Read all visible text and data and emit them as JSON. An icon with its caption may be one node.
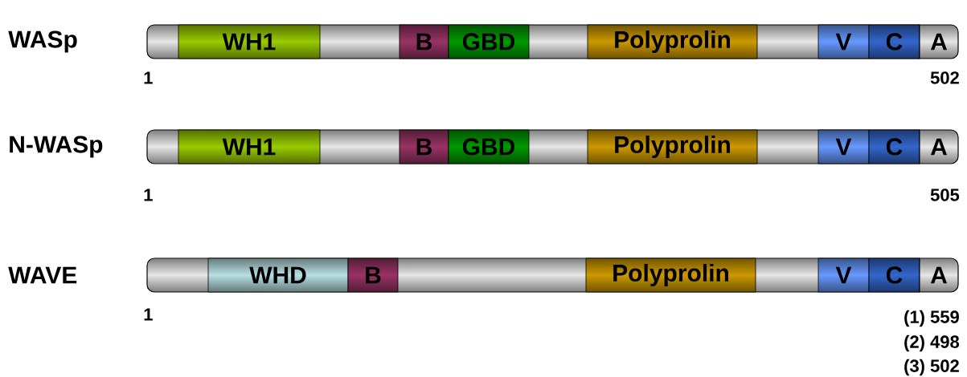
{
  "diagram": {
    "nodes": [
      {
        "text": [
          "WASp"
        ]
      },
      {
        "text": [
          "WH1"
        ],
        "in": 0
      },
      {
        "text": [
          "B"
        ],
        "in": 0
      },
      {
        "text": [
          "GBD"
        ],
        "in": 0
      },
      {
        "text": [
          "Polyprolin"
        ],
        "in": 0
      },
      {
        "text": [
          "V"
        ],
        "in": 0
      },
      {
        "text": [
          "C"
        ],
        "in": 0
      },
      {
        "text": [
          "A"
        ],
        "in": 0
      },
      {
        "text": [
          "N-WASp"
        ]
      },
      {
        "text": [
          "WH1"
        ],
        "in": 8
      },
      {
        "text": [
          "B"
        ],
        "in": 8
      },
      {
        "text": [
          "GBD"
        ],
        "in": 8
      },
      {
        "text": [
          "Polyprolin"
        ],
        "in": 8
      },
      {
        "text": [
          "V"
        ],
        "in": 8
      },
      {
        "text": [
          "C"
        ],
        "in": 8
      },
      {
        "text": [
          "A"
        ],
        "in": 8
      },
      {
        "text": [
          "WAVE"
        ]
      },
      {
        "text": [
          "WHD"
        ],
        "in": 16
      },
      {
        "text": [
          "B"
        ],
        "in": 16
      },
      {
        "text": [
          "Polyprolin"
        ],
        "in": 16
      },
      {
        "text": [
          "V"
        ],
        "in": 16
      },
      {
        "text": [
          "C"
        ],
        "in": 16
      },
      {
        "text": [
          "A"
        ],
        "in": 16
      }
    ],
    "labels": [
      "1",
      "502",
      "1",
      "505",
      "1",
      "(1) 559",
      "(2) 498",
      "(3) 502"
    ]
  }
}
